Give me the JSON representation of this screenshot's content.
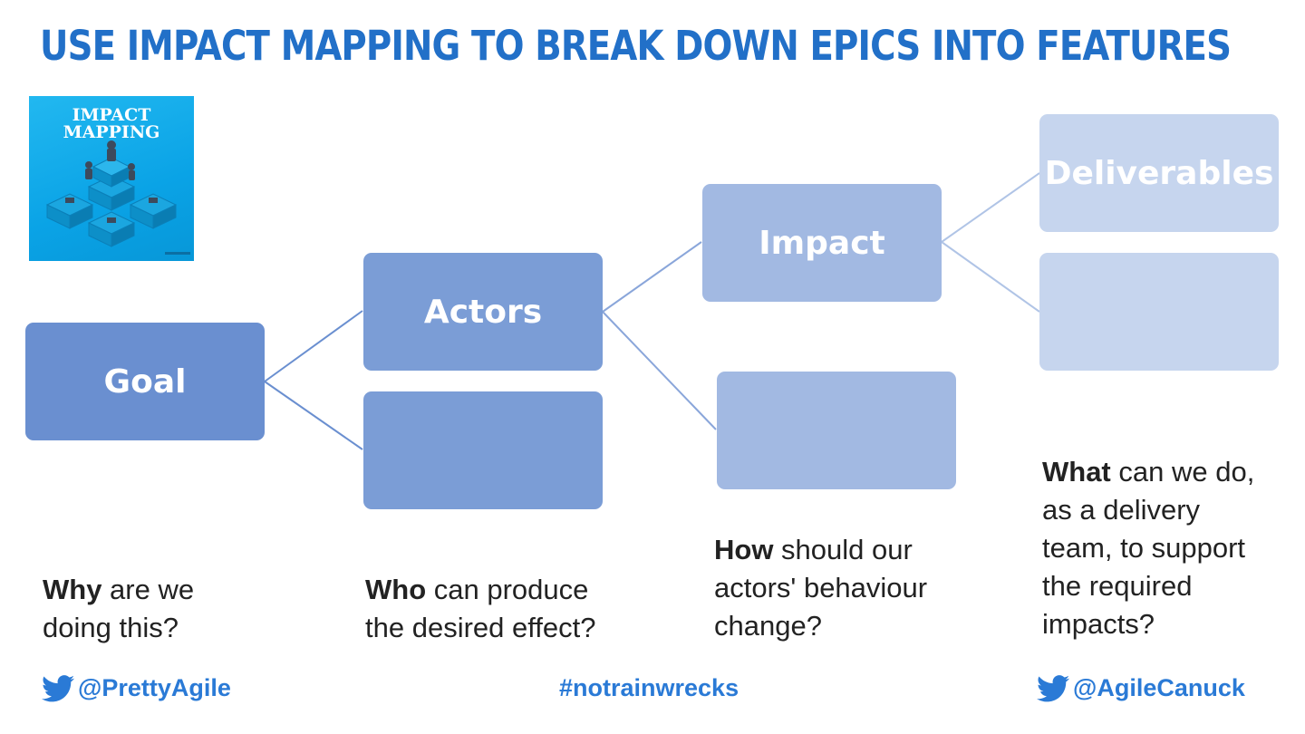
{
  "title": "USE IMPACT MAPPING TO BREAK DOWN EPICS INTO FEATURES",
  "book": {
    "title_line1": "IMPACT",
    "title_line2": "MAPPING",
    "cover_color": "#0aa3e6"
  },
  "diagram": {
    "goal": {
      "label": "Goal"
    },
    "actors": [
      {
        "label": "Actors"
      },
      {
        "label": ""
      }
    ],
    "impacts": [
      {
        "label": "Impact"
      },
      {
        "label": ""
      }
    ],
    "deliverables": [
      {
        "label": "Deliverables"
      },
      {
        "label": ""
      }
    ],
    "colors": {
      "goal": "#6a8fd0",
      "actors": "#7b9dd6",
      "impacts": "#a2b9e2",
      "deliverables": "#c6d5ee"
    }
  },
  "questions": {
    "goal": {
      "keyword": "Why",
      "line1_rest": " are we",
      "line2": "doing this?"
    },
    "actors": {
      "keyword": "Who",
      "line1_rest": " can produce",
      "line2": "the desired effect?"
    },
    "impacts": {
      "keyword": "How",
      "line1_rest": " should our",
      "line2": "actors' behaviour",
      "line3": "change?"
    },
    "deliverables": {
      "keyword": "What",
      "line1_rest": " can we do,",
      "line2": "as a delivery",
      "line3": "team, to support",
      "line4": "the required",
      "line5": "impacts?"
    }
  },
  "footer": {
    "left_handle": "@PrettyAgile",
    "hashtag": "#notrainwrecks",
    "right_handle": "@AgileCanuck",
    "accent": "#2a7ad6"
  },
  "icons": {
    "social": "twitter-bird-icon"
  }
}
